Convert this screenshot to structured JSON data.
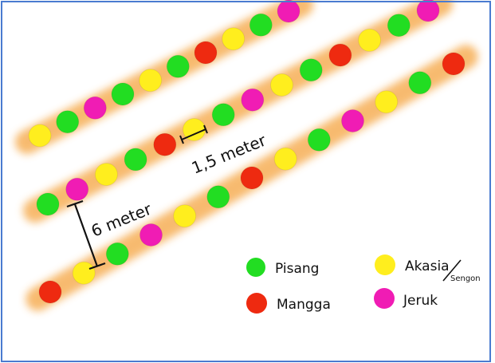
{
  "colors": {
    "pisang": "#22dd22",
    "mangga": "#ee2a10",
    "akasia": "#ffee1e",
    "jeruk": "#f01cb4",
    "row_band": "#f5a441",
    "frame": "#4a7bd0"
  },
  "rows": [
    {
      "trees": [
        "akasia",
        "pisang",
        "jeruk",
        "pisang",
        "akasia",
        "pisang",
        "mangga",
        "akasia",
        "pisang",
        "jeruk"
      ]
    },
    {
      "trees": [
        "pisang",
        "jeruk",
        "akasia",
        "pisang",
        "mangga",
        "akasia",
        "pisang",
        "jeruk",
        "akasia",
        "pisang",
        "mangga",
        "akasia",
        "pisang",
        "jeruk"
      ]
    },
    {
      "trees": [
        "mangga",
        "akasia",
        "pisang",
        "jeruk",
        "akasia",
        "pisang",
        "mangga",
        "akasia",
        "pisang",
        "jeruk",
        "akasia",
        "pisang",
        "mangga"
      ]
    }
  ],
  "annotations": {
    "in_row_spacing": "1,5 meter",
    "row_spacing": "6 meter"
  },
  "legend": {
    "pisang": "Pisang",
    "mangga": "Mangga",
    "akasia": "Akasia",
    "akasia_alt": "Sengon",
    "jeruk": "Jeruk"
  }
}
